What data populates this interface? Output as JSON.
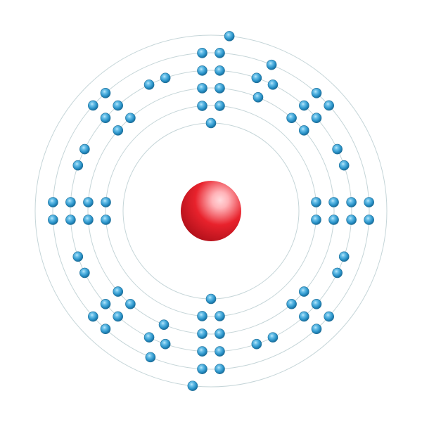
{
  "diagram": {
    "kind": "atom-electron-shell-model",
    "colors": {
      "background": "#ffffff",
      "shell_ring": "#c5d5d8",
      "nucleus_highlight": "#ffb3b8",
      "nucleus_mid": "#e8222c",
      "nucleus_edge": "#b0101a",
      "electron_highlight": "#9ad8f3",
      "electron_mid": "#2a93c9",
      "electron_edge": "#14628d"
    },
    "nucleus": {
      "icon": "red-sphere-nucleus"
    },
    "shells": [
      {
        "index": 1,
        "electron_count": 2
      },
      {
        "index": 2,
        "electron_count": 8
      },
      {
        "index": 3,
        "electron_count": 18
      },
      {
        "index": 4,
        "electron_count": 32
      },
      {
        "index": 5,
        "electron_count": 18
      },
      {
        "index": 6,
        "electron_count": 2
      }
    ],
    "electron": {
      "icon": "blue-sphere-electron"
    }
  }
}
